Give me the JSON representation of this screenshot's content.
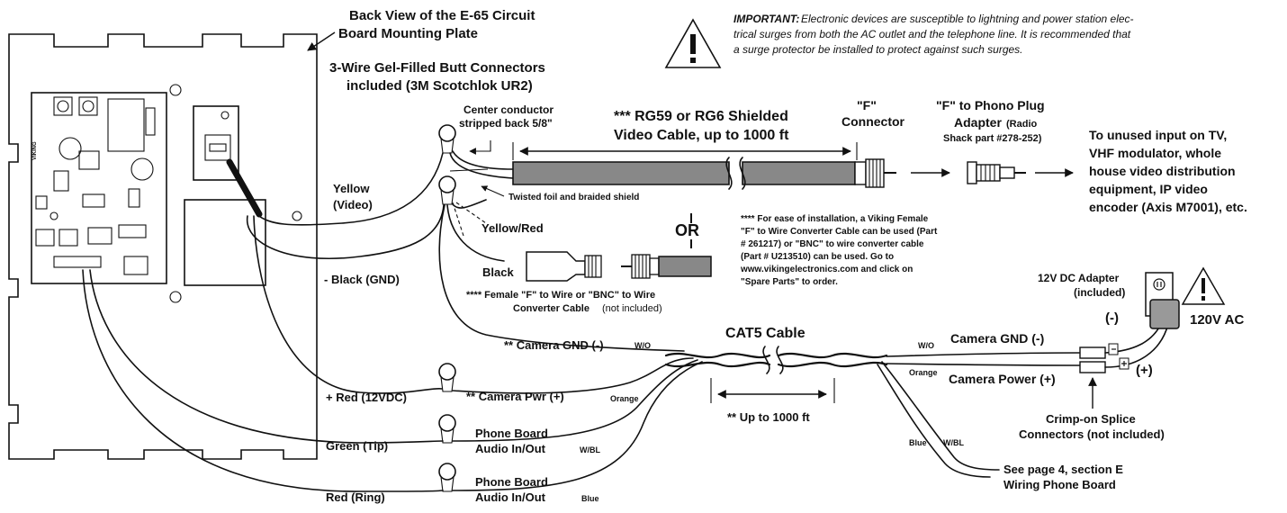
{
  "title": {
    "line1": "Back View of the E-65 Circuit",
    "line2": "Board Mounting Plate"
  },
  "connectors_note": {
    "line1": "3-Wire Gel-Filled Butt Connectors",
    "line2": "included (3M Scotchlok UR2)"
  },
  "important": {
    "heading": "IMPORTANT:",
    "line1": "Electronic devices are susceptible to lightning and power station elec-",
    "line2": "trical surges from both the AC outlet and the telephone line.  It is recommended that",
    "line3": "a surge protector be installed to protect against such surges."
  },
  "video": {
    "center_conductor_1": "Center conductor",
    "center_conductor_2": "stripped back 5/8\"",
    "cable_1": "*** RG59 or RG6 Shielded",
    "cable_2": "Video Cable, up to 1000 ft",
    "f_connector_1": "\"F\"",
    "f_connector_2": "Connector",
    "adapter_1": "\"F\" to Phono Plug",
    "adapter_2": "Adapter",
    "adapter_3": "(Radio",
    "adapter_4": "Shack part #278-252)",
    "dest_1": "To unused input on TV,",
    "dest_2": "VHF modulator, whole",
    "dest_3": "house video distribution",
    "dest_4": "equipment, IP video",
    "dest_5": "encoder (Axis M7001), etc.",
    "twisted": "Twisted foil and braided shield",
    "yellow_red": "Yellow/Red",
    "or": "OR",
    "black": "Black"
  },
  "converter_note": {
    "line1": "**** For ease of installation, a Viking Female",
    "line2": "\"F\" to Wire Converter Cable can be used (Part",
    "line3": "# 261217) or \"BNC\" to wire converter cable",
    "line4": "(Part # U213510) can be used. Go to",
    "line5": "www.vikingelectronics.com and click on",
    "line6": "\"Spare Parts\" to order."
  },
  "converter_label": {
    "line1": "**** Female \"F\" to Wire or \"BNC\" to Wire",
    "line2": "Converter Cable",
    "line2b": "(not included)"
  },
  "wires": {
    "yellow_1": "Yellow",
    "yellow_2": "(Video)",
    "black_gnd": "- Black (GND)",
    "red": "+ Red (12VDC)",
    "green": "Green (Tip)",
    "ring": "Red (Ring)",
    "cam_gnd": "** Camera GND (-)",
    "wo": "W/O",
    "cam_pwr": "** Camera Pwr (+)",
    "orange": "Orange",
    "phone_1": "Phone Board",
    "phone_2": "Audio In/Out",
    "wbl": "W/BL",
    "blue": "Blue"
  },
  "cat5": {
    "label": "CAT5 Cable",
    "length": "** Up to 1000 ft",
    "wo": "W/O",
    "cam_gnd": "Camera GND (-)",
    "orange": "Orange",
    "cam_pwr": "Camera Power (+)",
    "blue": "Blue",
    "wbl": "W/BL",
    "see_1": "See page 4, section E",
    "see_2": "Wiring Phone Board"
  },
  "power": {
    "adapter_1": "12V DC Adapter",
    "adapter_2": "(included)",
    "neg": "(-)",
    "pos": "(+)",
    "ac": "120V AC",
    "crimp_1": "Crimp-on Splice",
    "crimp_2": "Connectors (not included)"
  },
  "board": {
    "brand": "VIKING"
  }
}
